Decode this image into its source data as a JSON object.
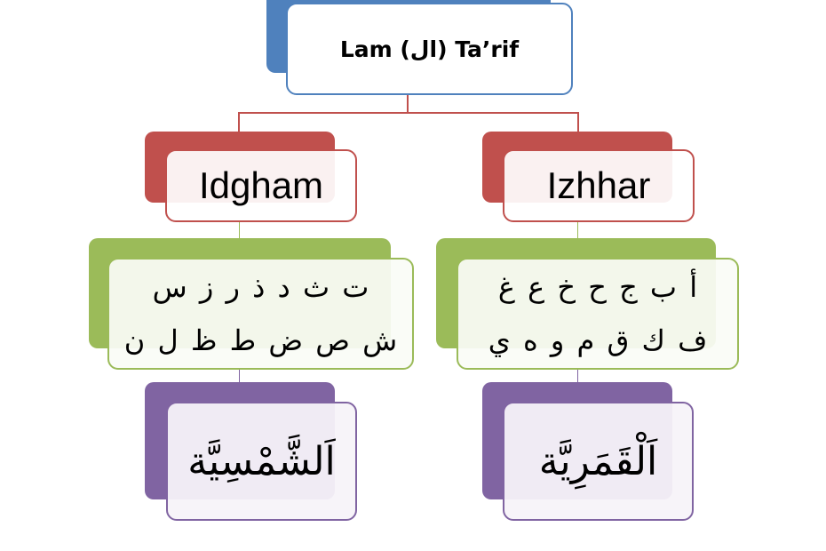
{
  "root": {
    "title": "Lam (ال) Ta’rif"
  },
  "branches": [
    {
      "name": "Idgham",
      "letters_row1": "ت ث د ذ ر ز س",
      "letters_row2": "ش ص ض ط ظ ل ن",
      "term": "اَلشَّمْسِيَّة"
    },
    {
      "name": "Izhhar",
      "letters_row1": "أ ب ج ح خ ع غ",
      "letters_row2": "ف ك ق م و ه ي",
      "term": "اَلْقَمَرِيَّة"
    }
  ],
  "colors": {
    "blue": "#4f81bd",
    "red": "#c0504d",
    "green": "#9bbb59",
    "purple": "#8064a2"
  }
}
